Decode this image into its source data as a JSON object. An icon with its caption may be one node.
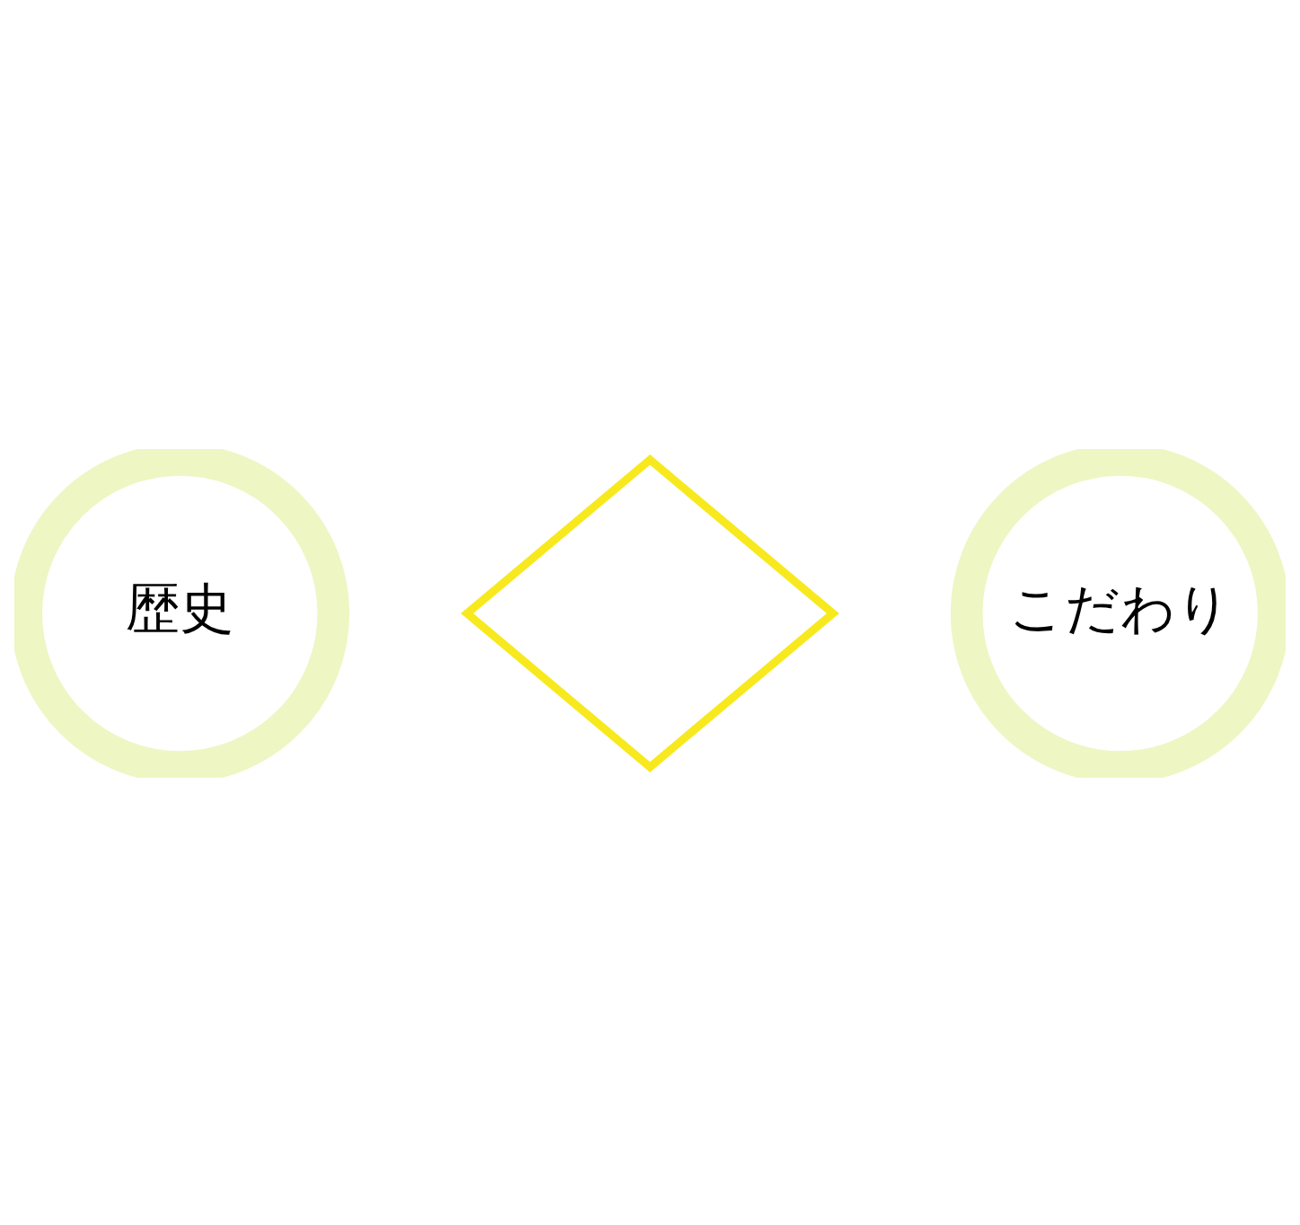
{
  "diagram": {
    "nodes": [
      {
        "text": [
          "こだわり"
        ]
      },
      {
        "text": [
          "歴史"
        ]
      },
      {
        "text": [],
        "shape": "diamond"
      }
    ]
  }
}
